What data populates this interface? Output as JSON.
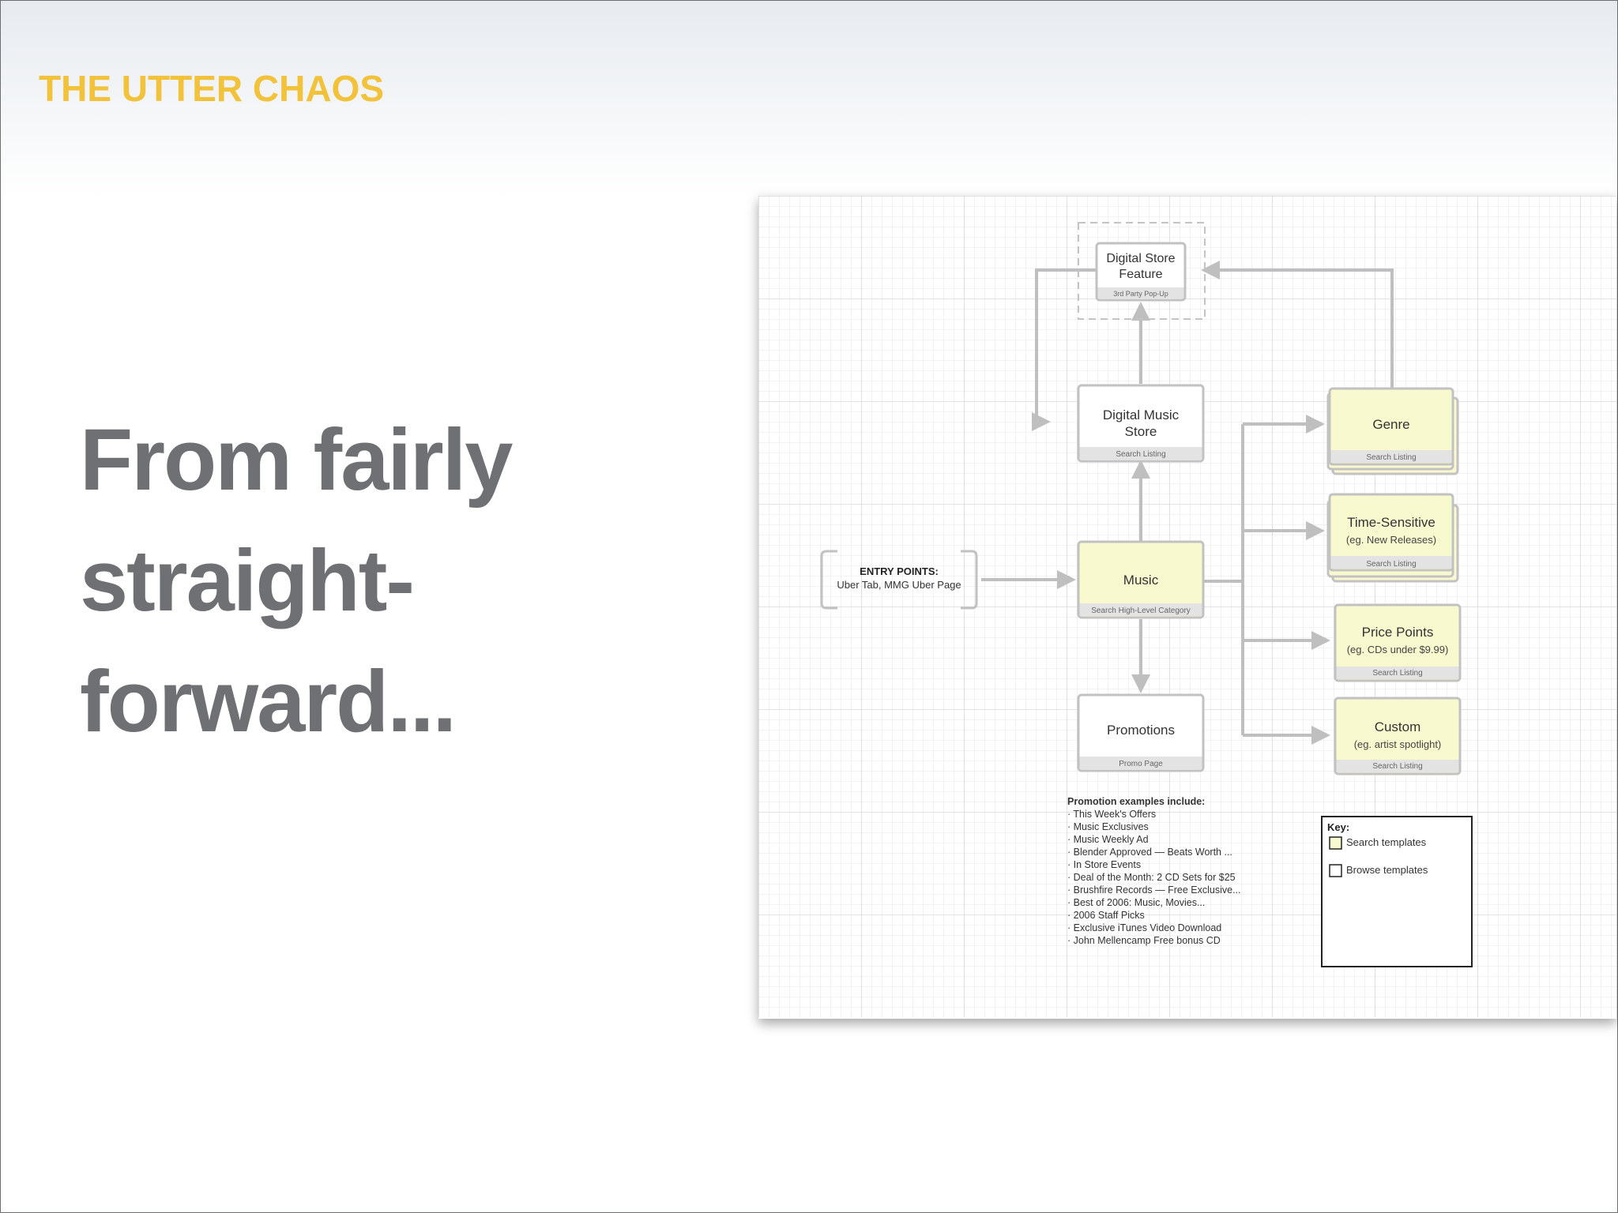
{
  "slide": {
    "title": "THE UTTER CHAOS",
    "headline_lines": [
      "From fairly",
      "straight-",
      "forward..."
    ]
  },
  "diagram": {
    "nodes": {
      "feature": {
        "title_lines": [
          "Digital Store",
          "Feature"
        ],
        "sub": "3rd Party Pop-Up"
      },
      "store": {
        "title_lines": [
          "Digital Music",
          "Store"
        ],
        "sub": "Search Listing"
      },
      "music": {
        "title_lines": [
          "Music"
        ],
        "sub": "Search High-Level Category"
      },
      "promotions": {
        "title_lines": [
          "Promotions"
        ],
        "sub": "Promo Page"
      },
      "genre": {
        "title_lines": [
          "Genre"
        ],
        "sub": "Search Listing"
      },
      "time": {
        "title_lines": [
          "Time-Sensitive",
          "(eg. New Releases)"
        ],
        "sub": "Search Listing"
      },
      "price": {
        "title_lines": [
          "Price Points",
          "(eg. CDs under $9.99)"
        ],
        "sub": "Search Listing"
      },
      "custom": {
        "title_lines": [
          "Custom",
          "(eg. artist spotlight)"
        ],
        "sub": "Search Listing"
      }
    },
    "entry_points": {
      "heading": "ENTRY POINTS:",
      "text": "Uber Tab, MMG Uber Page"
    },
    "promotion_examples": {
      "heading": "Promotion examples include:",
      "items": [
        "· This Week's Offers",
        "· Music Exclusives",
        "· Music Weekly Ad",
        "· Blender Approved  —  Beats Worth ...",
        "· In Store Events",
        "· Deal of the Month: 2 CD Sets for $25",
        "· Brushfire Records  —  Free Exclusive...",
        "· Best of 2006: Music, Movies...",
        "· 2006 Staff Picks",
        "· Exclusive iTunes  Video Download",
        "· John Mellencamp Free bonus CD"
      ]
    },
    "key": {
      "heading": "Key:",
      "search_label": "Search templates",
      "browse_label": "Browse templates"
    },
    "colors": {
      "search_fill": "#f9f9cf",
      "browse_fill": "#ffffff",
      "arrow": "#bfbfbf",
      "title_accent": "#f2c23a",
      "headline": "#6f7074"
    }
  }
}
